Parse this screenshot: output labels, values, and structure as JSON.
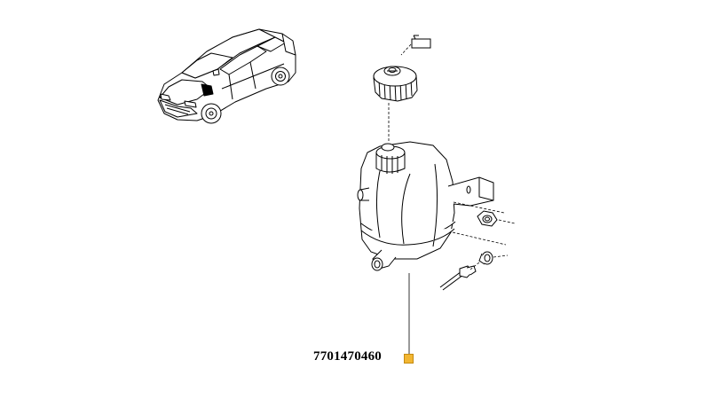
{
  "diagram": {
    "part_number": "7701470460",
    "callout_color": "#f2b632",
    "line_color": "#000000",
    "icons": {
      "vehicle": "sedan-car-icon",
      "cap": "reservoir-cap",
      "reservoir": "coolant-expansion-reservoir",
      "hose_clip": "hose-clip",
      "nut": "hex-nut",
      "bolt": "mounting-bolt",
      "label_marker": "label-marker-icon"
    }
  }
}
